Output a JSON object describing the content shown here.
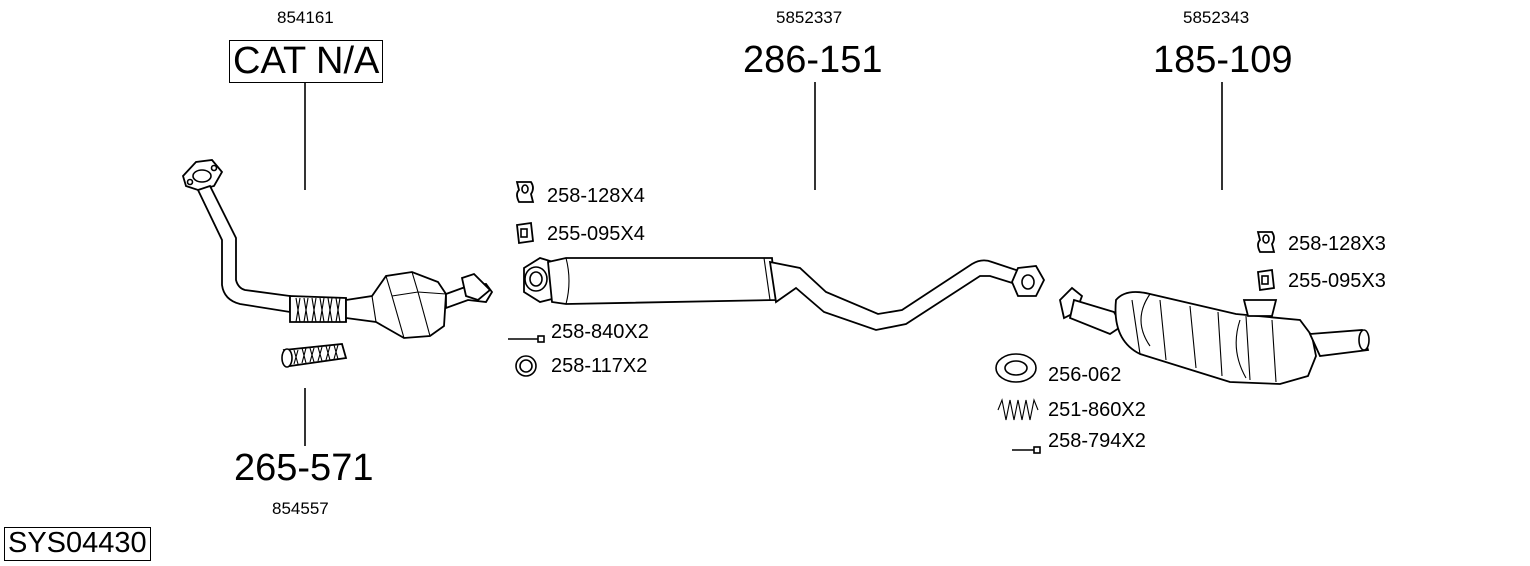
{
  "diagram_code": "SYS04430",
  "parts": {
    "front_pipe": {
      "ref": "854161",
      "number": "CAT N/A"
    },
    "flex_pipe": {
      "ref": "854557",
      "number": "265-571"
    },
    "middle_silencer": {
      "ref": "5852337",
      "number": "286-151"
    },
    "rear_silencer": {
      "ref": "5852343",
      "number": "185-109"
    }
  },
  "fittings": {
    "middle": [
      {
        "icon": "rubber-hanger-icon",
        "label": "258-128X4"
      },
      {
        "icon": "clamp-icon",
        "label": "255-095X4"
      },
      {
        "icon": "bolt-icon",
        "label": "258-840X2"
      },
      {
        "icon": "ring-icon",
        "label": "258-117X2"
      }
    ],
    "rear_upper": [
      {
        "icon": "rubber-hanger-icon",
        "label": "258-128X3"
      },
      {
        "icon": "clamp-icon",
        "label": "255-095X3"
      }
    ],
    "rear_lower": [
      {
        "icon": "gasket-icon",
        "label": "256-062"
      },
      {
        "icon": "spring-icon",
        "label": "251-860X2"
      },
      {
        "icon": "bolt-icon",
        "label": "258-794X2"
      }
    ]
  }
}
